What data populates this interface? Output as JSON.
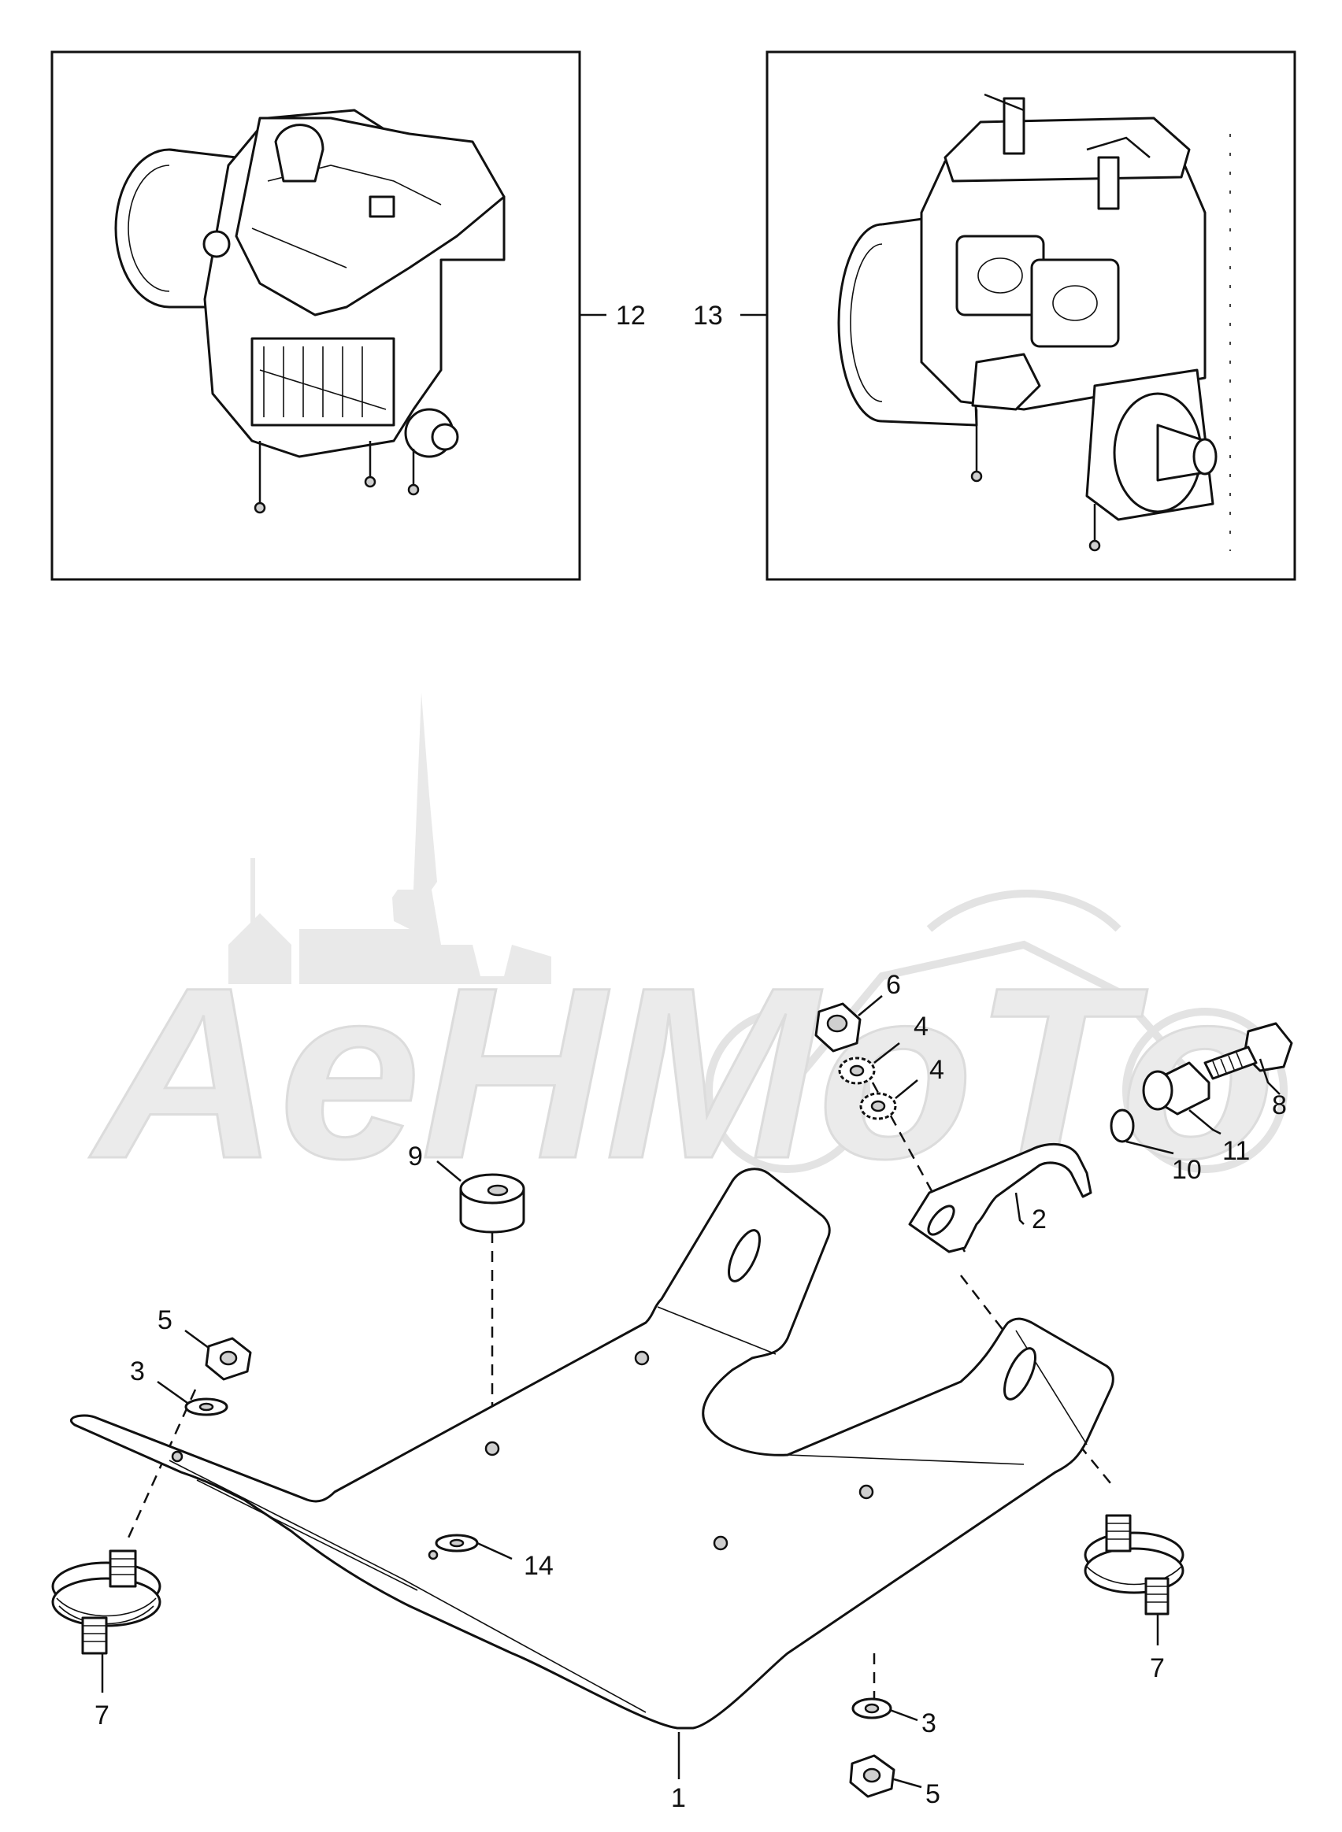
{
  "watermark": {
    "text": "AeHMoTo"
  },
  "callouts": [
    {
      "id": "c12",
      "text": "12"
    },
    {
      "id": "c13",
      "text": "13"
    },
    {
      "id": "c6",
      "text": "6"
    },
    {
      "id": "c4a",
      "text": "4"
    },
    {
      "id": "c4b",
      "text": "4"
    },
    {
      "id": "c8",
      "text": "8"
    },
    {
      "id": "c9",
      "text": "9"
    },
    {
      "id": "c11",
      "text": "11"
    },
    {
      "id": "c10",
      "text": "10"
    },
    {
      "id": "c2",
      "text": "2"
    },
    {
      "id": "c5a",
      "text": "5"
    },
    {
      "id": "c3a",
      "text": "3"
    },
    {
      "id": "c14",
      "text": "14"
    },
    {
      "id": "c7a",
      "text": "7"
    },
    {
      "id": "c7b",
      "text": "7"
    },
    {
      "id": "c3b",
      "text": "3"
    },
    {
      "id": "c5b",
      "text": "5"
    },
    {
      "id": "c1",
      "text": "1"
    }
  ]
}
